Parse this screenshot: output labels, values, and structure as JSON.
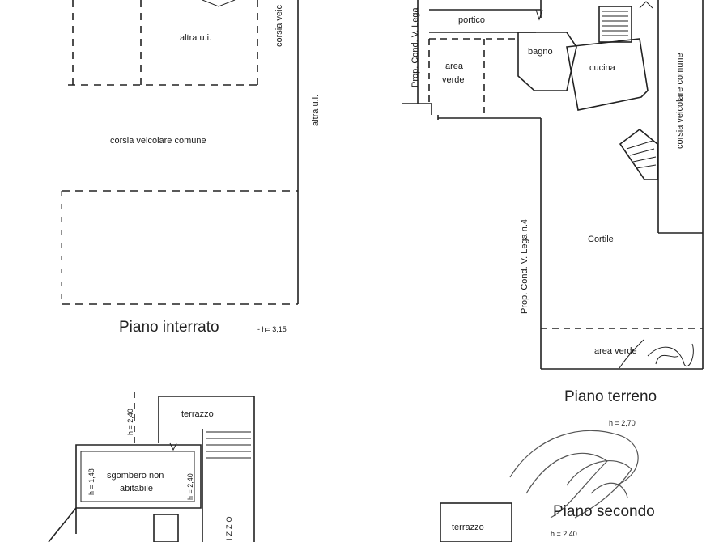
{
  "piano_interrato": {
    "title": "Piano interrato",
    "height": "- h= 3,15",
    "rooms": {
      "altra_ui_top": "altra u.i.",
      "corsia_top": "corsia veic",
      "altra_ui_right": "altra u.i.",
      "corsia_comune": "corsia veicolare comune"
    }
  },
  "piano_terreno": {
    "title": "Piano terreno",
    "height": "h = 2,70",
    "rooms": {
      "portico": "portico",
      "area_verde_1": "area",
      "area_verde_2": "verde",
      "bagno": "bagno",
      "cucina": "cucina",
      "cortile": "Cortile",
      "area_verde_bottom": "area verde",
      "corsia_comune": "corsia veicolare comune"
    },
    "neighbors": {
      "top": "Prop. Cond. V. Lega",
      "left": "Prop. Cond. V. Lega n.4"
    }
  },
  "piano_primo": {
    "rooms": {
      "terrazzo": "terrazzo",
      "sgombero_1": "sgombero non",
      "sgombero_2": "abitabile",
      "vert_text": "IZZO"
    },
    "heights": {
      "h_240_top": "h = 2,40",
      "h_148": "h = 1,48",
      "h_240_mid": "h = 2,40"
    }
  },
  "piano_secondo": {
    "title": "Piano secondo",
    "height": "h = 2,40",
    "rooms": {
      "terrazzo": "terrazzo"
    }
  }
}
